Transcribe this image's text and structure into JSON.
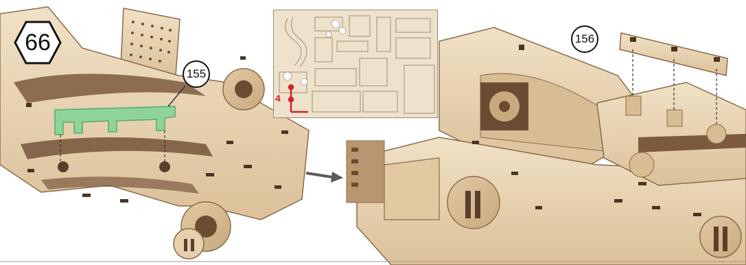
{
  "step": {
    "number": "66"
  },
  "callouts": [
    {
      "label": "155"
    },
    {
      "label": "156"
    }
  ],
  "sheet": {
    "number": "4"
  },
  "colors": {
    "wood": "#e6d0ae",
    "wood_light": "#f1e1c6",
    "wood_edge": "#8a6a48",
    "slot": "#4a3524",
    "highlight_part": "#8ed49a",
    "sheet_bg": "#efe2cb",
    "sheet_highlight": "#d6202a",
    "arrow": "#5c5c5c"
  },
  "icons": [
    "hexagon-step-badge",
    "right-arrow-icon",
    "leader-line"
  ]
}
